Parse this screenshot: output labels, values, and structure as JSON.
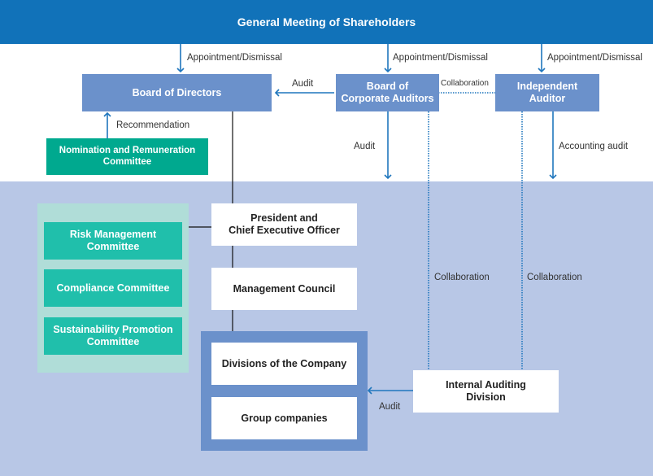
{
  "title": "General Meeting of Shareholders",
  "colors": {
    "header": "#1172b9",
    "board_box": "#6b91cb",
    "committee_green": "#00a98f",
    "committee_teal": "#20bfab",
    "lower_bg": "#b8c7e6",
    "committee_panel": "#b0ddd8",
    "arrow": "#1f76bd"
  },
  "nodes": {
    "board_of_directors": "Board of Directors",
    "board_of_corporate_auditors": "Board of\nCorporate Auditors",
    "independent_auditor": "Independent\nAuditor",
    "nomination_committee": "Nomination and Remuneration\nCommittee",
    "risk_committee": "Risk Management\nCommittee",
    "compliance_committee": "Compliance Committee",
    "sustainability_committee": "Sustainability Promotion\nCommittee",
    "president_ceo": "President and\nChief Executive Officer",
    "management_council": "Management Council",
    "divisions": "Divisions of the Company",
    "group_companies": "Group companies",
    "internal_auditing": "Internal Auditing\nDivision"
  },
  "edge_labels": {
    "appointment_bod": "Appointment/Dismissal",
    "appointment_bca": "Appointment/Dismissal",
    "appointment_ia": "Appointment/Dismissal",
    "audit_bca_to_bod": "Audit",
    "collaboration_top": "Collaboration",
    "recommendation": "Recommendation",
    "audit_bca_down": "Audit",
    "accounting_audit": "Accounting audit",
    "collaboration_left": "Collaboration",
    "collaboration_right": "Collaboration",
    "audit_internal": "Audit"
  }
}
